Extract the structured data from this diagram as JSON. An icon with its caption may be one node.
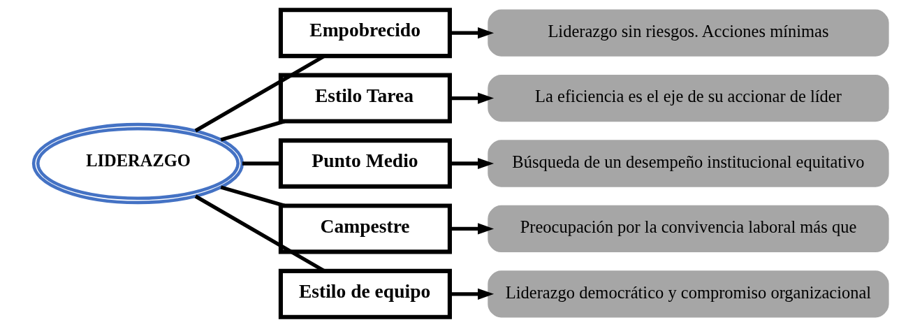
{
  "diagram": {
    "nodes": [
      {
        "text": [
          "LIDERAZGO"
        ]
      },
      {
        "text": [
          "Empobrecido"
        ]
      },
      {
        "text": [
          "Estilo Tarea"
        ]
      },
      {
        "text": [
          "Punto Medio"
        ]
      },
      {
        "text": [
          "Campestre"
        ]
      },
      {
        "text": [
          "Estilo de equipo"
        ]
      },
      {
        "text": [
          "Liderazgo sin riesgos. Acciones mínimas"
        ]
      },
      {
        "text": [
          "La eficiencia es el eje de su accionar de líder"
        ]
      },
      {
        "text": [
          "Búsqueda de un desempeño institucional equitativo"
        ]
      },
      {
        "text": [
          "Preocupación por la convivencia laboral más que"
        ]
      },
      {
        "text": [
          "Liderazgo democrático y compromiso organizacional"
        ]
      }
    ],
    "edges": [
      {
        "from": 0,
        "to": 1,
        "arrow": "none"
      },
      {
        "from": 0,
        "to": 2,
        "arrow": "none"
      },
      {
        "from": 0,
        "to": 3,
        "arrow": "none"
      },
      {
        "from": 0,
        "to": 4,
        "arrow": "none"
      },
      {
        "from": 0,
        "to": 5,
        "arrow": "none"
      },
      {
        "from": 1,
        "to": 6,
        "arrow": "to"
      },
      {
        "from": 2,
        "to": 7,
        "arrow": "to"
      },
      {
        "from": 3,
        "to": 8,
        "arrow": "to"
      },
      {
        "from": 4,
        "to": 9,
        "arrow": "to"
      },
      {
        "from": 5,
        "to": 10,
        "arrow": "to"
      }
    ]
  }
}
